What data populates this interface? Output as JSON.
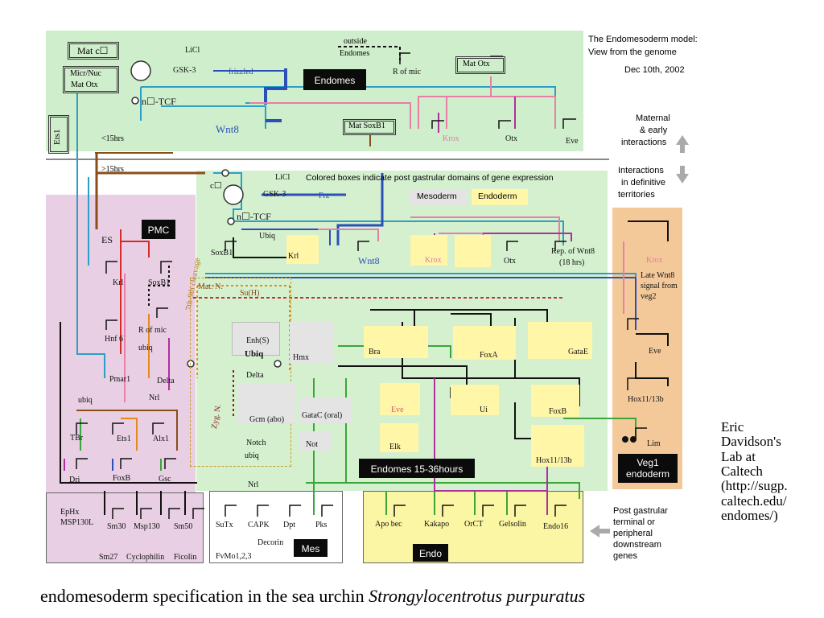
{
  "title": {
    "line1": "The Endomesoderm model:",
    "line2": "View from the genome",
    "date": "Dec 10th, 2002"
  },
  "legend": {
    "maternal": [
      "Maternal",
      "& early",
      "interactions"
    ],
    "definitive": [
      "Interactions",
      "in definitive",
      "territories"
    ],
    "terminal": [
      "Post gastrular",
      "terminal or",
      "peripheral",
      "downstream",
      "genes"
    ],
    "colored_boxes": "Colored boxes indicate post gastrular domains of gene expression",
    "mesoderm": "Mesoderm",
    "endoderm": "Endoderm"
  },
  "time": {
    "early": "<15hrs",
    "late": ">15hrs"
  },
  "region_labels": {
    "endomes_top": "Endomes",
    "pmc": "PMC",
    "endomes_late": "Endomes  15-36hours",
    "veg1": [
      "Veg1",
      "endoderm"
    ],
    "mes": "Mes",
    "endo": "Endo",
    "outside": [
      "outside",
      "Endomes"
    ],
    "cleavage": "7th-9th cleavage"
  },
  "maternal_boxes": {
    "mat_c": "Mat c☐",
    "micr": [
      "Micr/Nuc",
      "Mat Otx"
    ],
    "ets1": "Ets1",
    "mat_otx": "Mat Otx",
    "mat_soxb1": "Mat SoxB1"
  },
  "top_signaling": {
    "licl": "LiCl",
    "gsk3": "GSK-3",
    "frizzled": "frizzled",
    "tcf": "n☐-TCF",
    "wnt8": "Wnt8",
    "r_of_mic": "R of mic",
    "krox": "Krox",
    "otx": "Otx",
    "eve": "Eve"
  },
  "mid_signaling": {
    "c": "c☐",
    "licl": "LiCl",
    "gsk3": "GSK-3",
    "frz": "Frz",
    "tcf": "n☐-TCF",
    "ubiq": "Ubiq",
    "soxb1": "SoxB1",
    "krl": "Krl",
    "wnt8": "Wnt8",
    "krox": "Krox",
    "otx": "Otx",
    "rep_wnt8": [
      "Rep. of Wnt8",
      "(18 hrs)"
    ]
  },
  "pmc_genes": {
    "es": "ES",
    "krl": "Krl",
    "soxb1": "SoxB1",
    "hnf6": "Hnf 6",
    "r_of_mic": "R of mic",
    "ubiq": "ubiq",
    "pmar1": "Pmar1",
    "delta": "Delta",
    "nrl": "Nrl",
    "ubiq2": "ubiq",
    "tbr": "TBr",
    "ets1": "Ets1",
    "alx1": "Alx1",
    "dri": "Dri",
    "foxb": "FoxB",
    "gsc": "Gsc"
  },
  "skeletal": {
    "ephx": [
      "EpHx",
      "MSP130L"
    ],
    "sm30": "Sm30",
    "msp130": "Msp130",
    "sm50": "Sm50",
    "sm27": "Sm27",
    "cyclophilin": "Cyclophilin",
    "ficolin": "Ficolin"
  },
  "notch_genes": {
    "matn": "Mat. N.",
    "suh": "Su(H)",
    "enh": "Enh(S)",
    "ubiq": "Ubiq",
    "delta": "Delta",
    "gcm": "Gcm (abo)",
    "gatac": "GataC (oral)",
    "notch": "Notch",
    "ubiq2": "ubiq",
    "not": "Not",
    "nrl": "Nrl",
    "zyg": "Zyg. N."
  },
  "endo_genes": {
    "hmx": "Hmx",
    "bra": "Bra",
    "foxa": "FoxA",
    "gatae": "GataE",
    "eve": "Eve",
    "ui": "Ui",
    "foxb": "FoxB",
    "elk": "Elk",
    "hox": "Hox11/13b"
  },
  "veg1_genes": {
    "krox": "Krox",
    "late": [
      "Late Wnt8",
      "signal from",
      "veg2"
    ],
    "eve": "Eve",
    "hox": "Hox11/13b",
    "lim": "Lim"
  },
  "mes_genes": {
    "sutx": "SuTx",
    "capk": "CAPK",
    "dpt": "Dpt",
    "pks": "Pks",
    "decorin": "Decorin",
    "fvmo": "FvMo1,2,3"
  },
  "endo_terminal": {
    "apobec": "Apo bec",
    "kakapo": "Kakapo",
    "orct": "OrCT",
    "gelsolin": "Gelsolin",
    "endo16": "Endo16"
  },
  "credit": "Eric\nDavidson's\nLab at\nCaltech\n(http://sugp.\ncaltech.edu/\nendomes/)",
  "caption": {
    "text": "endomesoderm specification in the sea urchin ",
    "species": "Strongylocentrotus purpuratus"
  },
  "colors": {
    "top_bg": "#cfeecb",
    "bottom_bg": "#d4f0cf",
    "pmc_bg": "#e8cfe3",
    "veg1_bg": "#f3c99a",
    "endo_box": "#fbf6a3",
    "mes_box": "#ffffff",
    "teal": "#2b9fc6",
    "blue": "#2a4fb8",
    "pink": "#e77fa7",
    "magenta": "#b02fa0",
    "green": "#3aa53a",
    "brown": "#8a4d1a",
    "red": "#d62b2b",
    "orange": "#e28a1e",
    "black": "#111111"
  }
}
